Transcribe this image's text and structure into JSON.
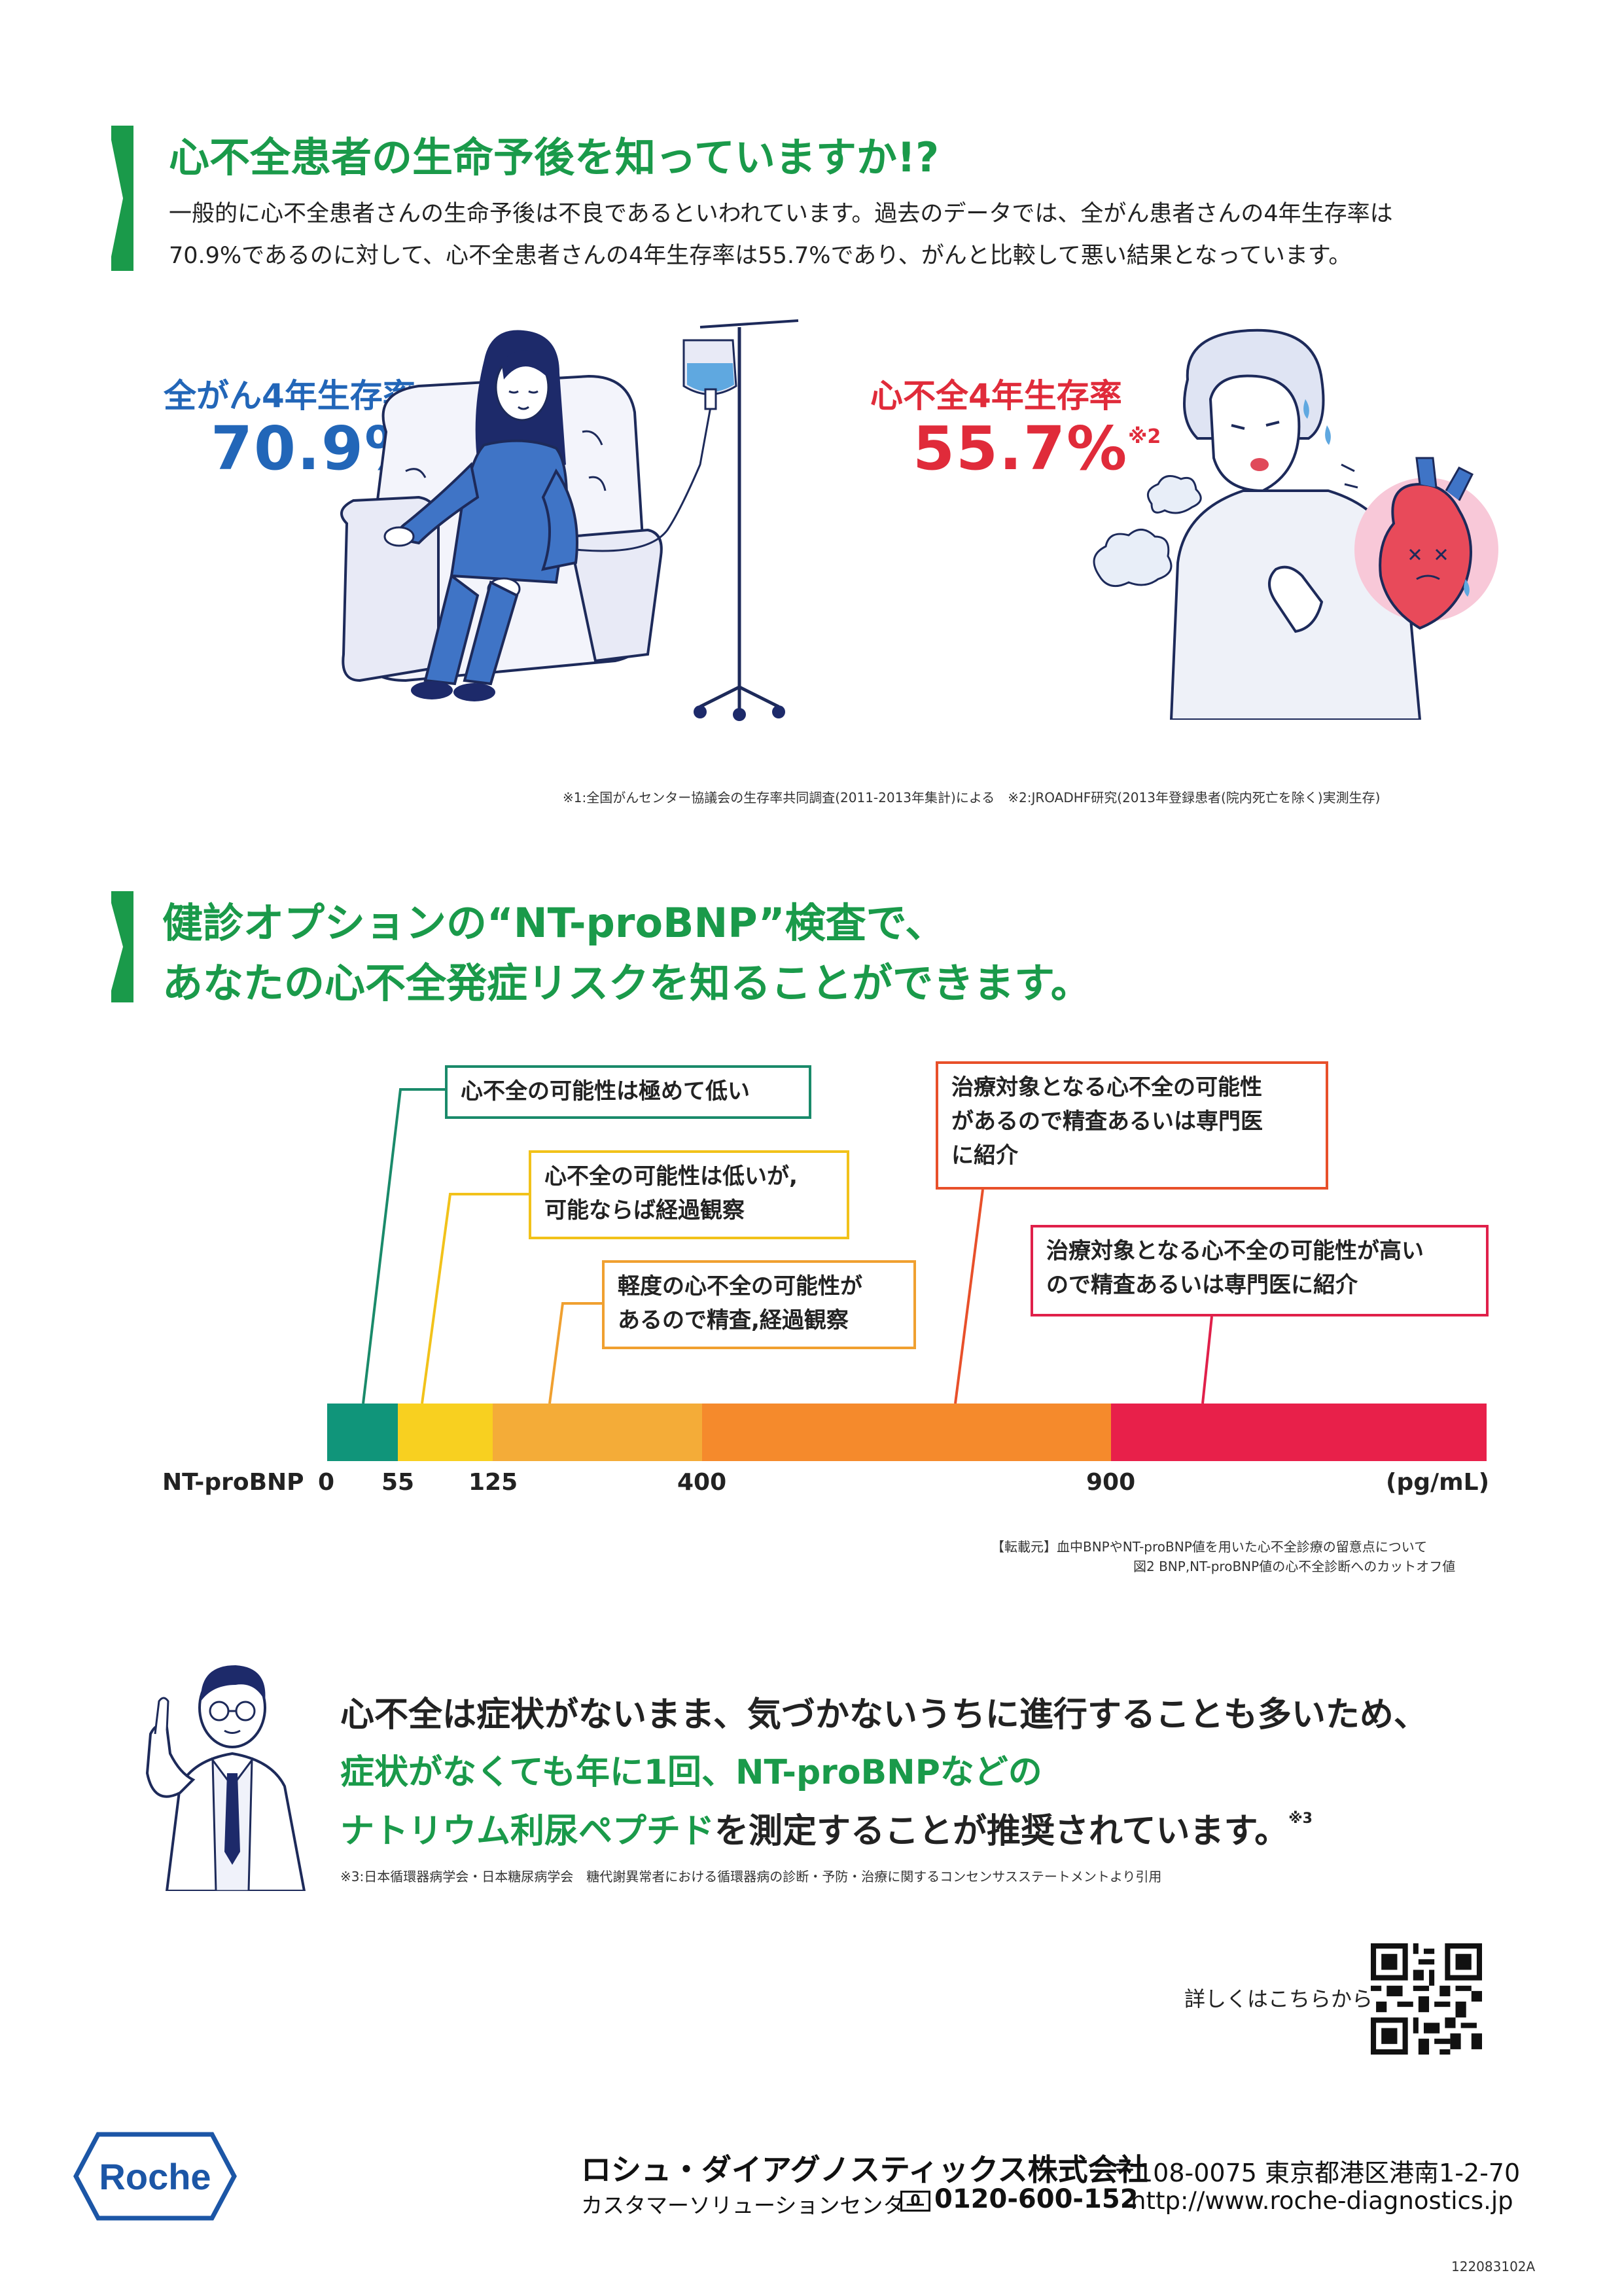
{
  "section1": {
    "heading": "心不全患者の生命予後を知っていますか!?",
    "para_line1": "一般的に心不全患者さんの生命予後は不良であるといわれています。過去のデータでは、全がん患者さんの4年生存率は",
    "para_line2": "70.9%であるのに対して、心不全患者さんの4年生存率は55.7%であり、がんと比較して悪い結果となっています。",
    "stat_cancer": {
      "label": "全がん4年生存率",
      "value": "70.9%",
      "note": "※1",
      "color": "#2266b8"
    },
    "stat_hf": {
      "label": "心不全4年生存率",
      "value": "55.7%",
      "note": "※2",
      "color": "#e02b3a"
    },
    "footnote": "※1:全国がんセンター協議会の生存率共同調査(2011-2013年集計)による　※2:JROADHF研究(2013年登録患者(院内死亡を除く)実測生存)"
  },
  "section2": {
    "heading_line1": "健診オプションの“NT-proBNP”検査で、",
    "heading_line2": "あなたの心不全発症リスクを知ることができます。",
    "callouts": [
      {
        "lines": [
          "心不全の可能性は極めて低い"
        ],
        "color": "#1a8a6a"
      },
      {
        "lines": [
          "心不全の可能性は低いが,",
          "可能ならば経過観察"
        ],
        "color": "#f2c21a"
      },
      {
        "lines": [
          "軽度の心不全の可能性が",
          "あるので精査,経過観察"
        ],
        "color": "#f0a030"
      },
      {
        "lines": [
          "治療対象となる心不全の可能性",
          "があるので精査あるいは専門医",
          "に紹介"
        ],
        "color": "#e8502a"
      },
      {
        "lines": [
          "治療対象となる心不全の可能性が高い",
          "ので精査あるいは専門医に紹介"
        ],
        "color": "#e0204a"
      }
    ],
    "scale": {
      "label": "NT-proBNP",
      "ticks": [
        "0",
        "55",
        "125",
        "400",
        "900"
      ],
      "unit": "(pg/mL)",
      "segment_colors": [
        "#10957a",
        "#f8d020",
        "#f4ac38",
        "#f58a2c",
        "#e8204a"
      ]
    },
    "source_line1": "【転載元】血中BNPやNT-proBNP値を用いた心不全診療の留意点について",
    "source_line2": "図2 BNP,NT-proBNP値の心不全診断へのカットオフ値"
  },
  "section3": {
    "line1": "心不全は症状がないまま、気づかないうちに進行することも多いため、",
    "line2": "症状がなくても年に1回、NT-proBNPなどの",
    "line3_green": "ナトリウム利尿ペプチド",
    "line3_rest": "を測定することが推奨されています。",
    "line3_note": "※3",
    "footnote": "※3:日本循環器病学会・日本糖尿病学会　糖代謝異常者における循環器病の診断・予防・治療に関するコンセンサスステートメントより引用"
  },
  "qr": {
    "label": "詳しくはこちらから"
  },
  "footer": {
    "logo": "Roche",
    "company": "ロシュ・ダイアグノスティックス株式会社",
    "address": "〒108-0075 東京都港区港南1-2-70",
    "center": "カスタマーソリューションセンター",
    "freedial_icon": "0",
    "phone": "0120-600-152",
    "url": "http://www.roche-diagnostics.jp",
    "code": "122083102A"
  }
}
